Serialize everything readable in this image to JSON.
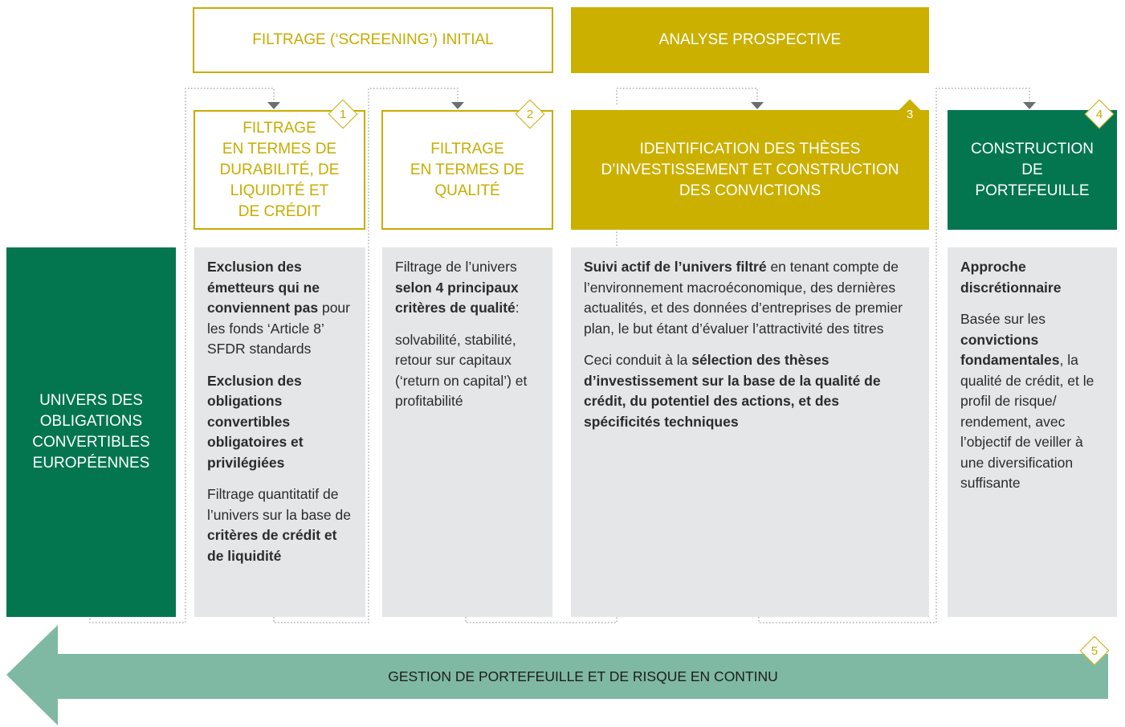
{
  "headers": {
    "screening": "FILTRAGE (‘SCREENING’) INITIAL",
    "prospective": "ANALYSE PROSPECTIVE"
  },
  "steps": [
    {
      "number": "1",
      "title": "FILTRAGE\nEN TERMES DE\nDURABILITÉ, DE\nLIQUIDITÉ ET\nDE CRÉDIT"
    },
    {
      "number": "2",
      "title": "FILTRAGE\nEN TERMES DE\nQUALITÉ"
    },
    {
      "number": "3",
      "title": "IDENTIFICATION DES THÈSES\nD’INVESTISSEMENT ET CONSTRUCTION\nDES CONVICTIONS"
    },
    {
      "number": "4",
      "title": "CONSTRUCTION\nDE\nPORTEFEUILLE"
    }
  ],
  "univers": "UNIVERS DES\nOBLIGATIONS\nCONVERTIBLES\nEUROPÉENNES",
  "panels": {
    "p1": {
      "a_bold": "Exclusion des émetteurs qui ne conviennent pas",
      "a_rest": " pour les fonds ‘Article 8’ SFDR standards",
      "b_bold": "Exclusion des obligations convertibles obligatoires et privilégiées",
      "c_text": "Filtrage quantitatif de l’univers sur la base de ",
      "c_bold": "critères de crédit et de liquidité"
    },
    "p2": {
      "a_text": "Filtrage de l’univers ",
      "a_bold": "selon 4 principaux critères de qualité",
      "a_end": ":",
      "b_text": "solvabilité, stabilité, retour sur capitaux (‘return on capital’) et profitabilité"
    },
    "p3": {
      "a_bold": "Suivi actif de l’univers filtré",
      "a_rest": " en tenant compte de l’environnement macroéconomique, des dernières actualités, et des données d’entreprises de premier plan, le but étant d’évaluer l’attractivité des titres",
      "b_text": "Ceci conduit à la ",
      "b_bold": "sélection des thèses d’investissement sur la base de la qualité de crédit, du potentiel des actions, et des spécificités techniques"
    },
    "p4": {
      "a_bold": "Approche discrétionnaire",
      "b_text": "Basée sur les ",
      "b_bold": "convictions fondamentales",
      "b_rest": ", la qualité de crédit, et le profil de risque/ rendement, avec l’objectif de veiller à une diversification suffisante"
    }
  },
  "arrow": {
    "number": "5",
    "label": "GESTION DE PORTEFEUILLE ET DE RISQUE EN CONTINU"
  },
  "colors": {
    "gold": "#cbb000",
    "dark_green": "#037650",
    "light_green": "#7fb9a3",
    "panel_grey": "#e5e6e7"
  }
}
